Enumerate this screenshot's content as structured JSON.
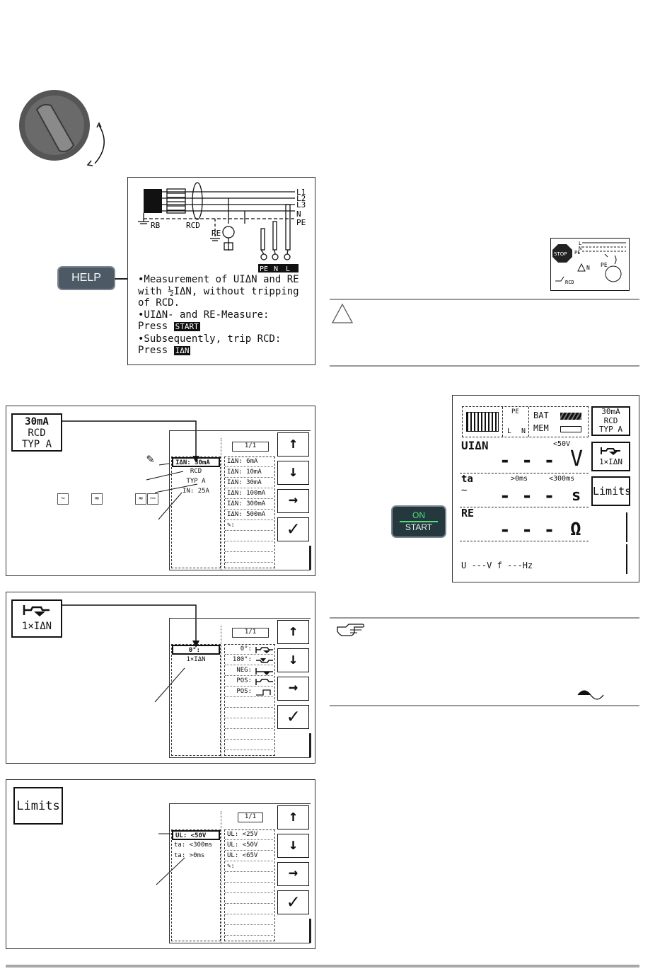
{
  "help_panel": {
    "lines": [
      "L1",
      "L2",
      "L3",
      "N",
      "PE"
    ],
    "rb": "RB",
    "rcd": "RCD",
    "re": "RE",
    "terminals": [
      "PE",
      "N",
      "L"
    ],
    "text": [
      "•Measurement of UIΔN and RE",
      "with ½IΔN, without tripping",
      "of RCD.",
      "•UIΔN- and RE-Measure:",
      "Press",
      "•Subsequently, trip RCD:",
      "Press"
    ],
    "start_key": "START",
    "idn_key": "IΔN"
  },
  "help_key": "HELP",
  "on_start_key": {
    "on": "ON",
    "start": "START"
  },
  "connection_icon": {
    "stop": "STOP",
    "labels": [
      "L",
      "N",
      "PE"
    ],
    "rcd": "RCD"
  },
  "warning_icon": "warning-triangle",
  "note_icon": "hand-pointer",
  "sine_icon": "half-wave",
  "meas_display": {
    "header": {
      "bat": "BAT",
      "mem": "MEM",
      "pe": "PE",
      "l": "L",
      "n": "N"
    },
    "side_buttons": {
      "rcd": [
        "30mA",
        "RCD",
        "TYP A"
      ],
      "pulse": "1×IΔN",
      "limits": "Limits"
    },
    "uidn": {
      "label": "UIΔN",
      "limit": "<50V",
      "value": "- - -",
      "unit": "V"
    },
    "ta": {
      "label": "ta",
      "limit_lo": ">0ms",
      "limit_hi": "<300ms",
      "value": "- - -",
      "unit": "s"
    },
    "re": {
      "label": "RE",
      "value": "- - -",
      "unit": "Ω"
    },
    "bottom": "U  ---V    f  ---Hz"
  },
  "panel1": {
    "key": [
      "30mA",
      "RCD",
      "TYP A"
    ],
    "page": "1/1",
    "selected": [
      "IΔN: 30mA",
      "RCD",
      "TYP  A",
      "IN:  25A"
    ],
    "options": [
      "IΔN:  6mA",
      "IΔN: 10mA",
      "IΔN: 30mA",
      "IΔN: 100mA",
      "IΔN: 300mA",
      "IΔN: 500mA",
      "✎:"
    ],
    "arrows": [
      "↑",
      "↓",
      "→",
      "✓"
    ]
  },
  "panel2": {
    "key_label": "1×IΔN",
    "page": "1/1",
    "selected": [
      "0°:",
      "1×IΔN"
    ],
    "options": [
      "0°:",
      "180°:",
      "NEG:",
      "POS:",
      "POS:"
    ],
    "arrows": [
      "↑",
      "↓",
      "→",
      "✓"
    ]
  },
  "panel3": {
    "key": "Limits",
    "page": "1/1",
    "selected": [
      "UL:  <50V",
      "ta: <300ms",
      "ta:  >0ms"
    ],
    "options": [
      "UL:  <25V",
      "UL:  <50V",
      "UL:  <65V",
      "✎:"
    ],
    "arrows": [
      "↑",
      "↓",
      "→",
      "✓"
    ]
  }
}
